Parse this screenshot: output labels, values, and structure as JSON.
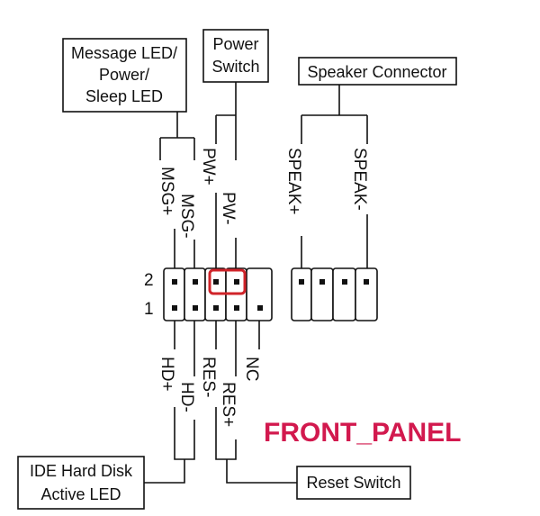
{
  "title": "FRONT_PANEL",
  "boxes": {
    "message_led": [
      "Message LED/",
      "Power/",
      "Sleep LED"
    ],
    "power_switch": [
      "Power",
      "Switch"
    ],
    "speaker": "Speaker Connector",
    "ide_led": [
      "IDE Hard Disk",
      "Active LED"
    ],
    "reset": "Reset Switch"
  },
  "pins_top": {
    "msg_plus": "MSG+",
    "msg_minus": "MSG-",
    "pw_plus": "PW+",
    "pw_minus": "PW-",
    "speak_plus": "SPEAK+",
    "speak_minus": "SPEAK-"
  },
  "pins_bottom": {
    "hd_plus": "HD+",
    "hd_minus": "HD-",
    "res_minus": "RES-",
    "res_plus": "RES+",
    "nc": "NC"
  },
  "rows": {
    "row2": "2",
    "row1": "1"
  },
  "colors": {
    "title": "#d2194e",
    "highlight": "#d0242a"
  }
}
